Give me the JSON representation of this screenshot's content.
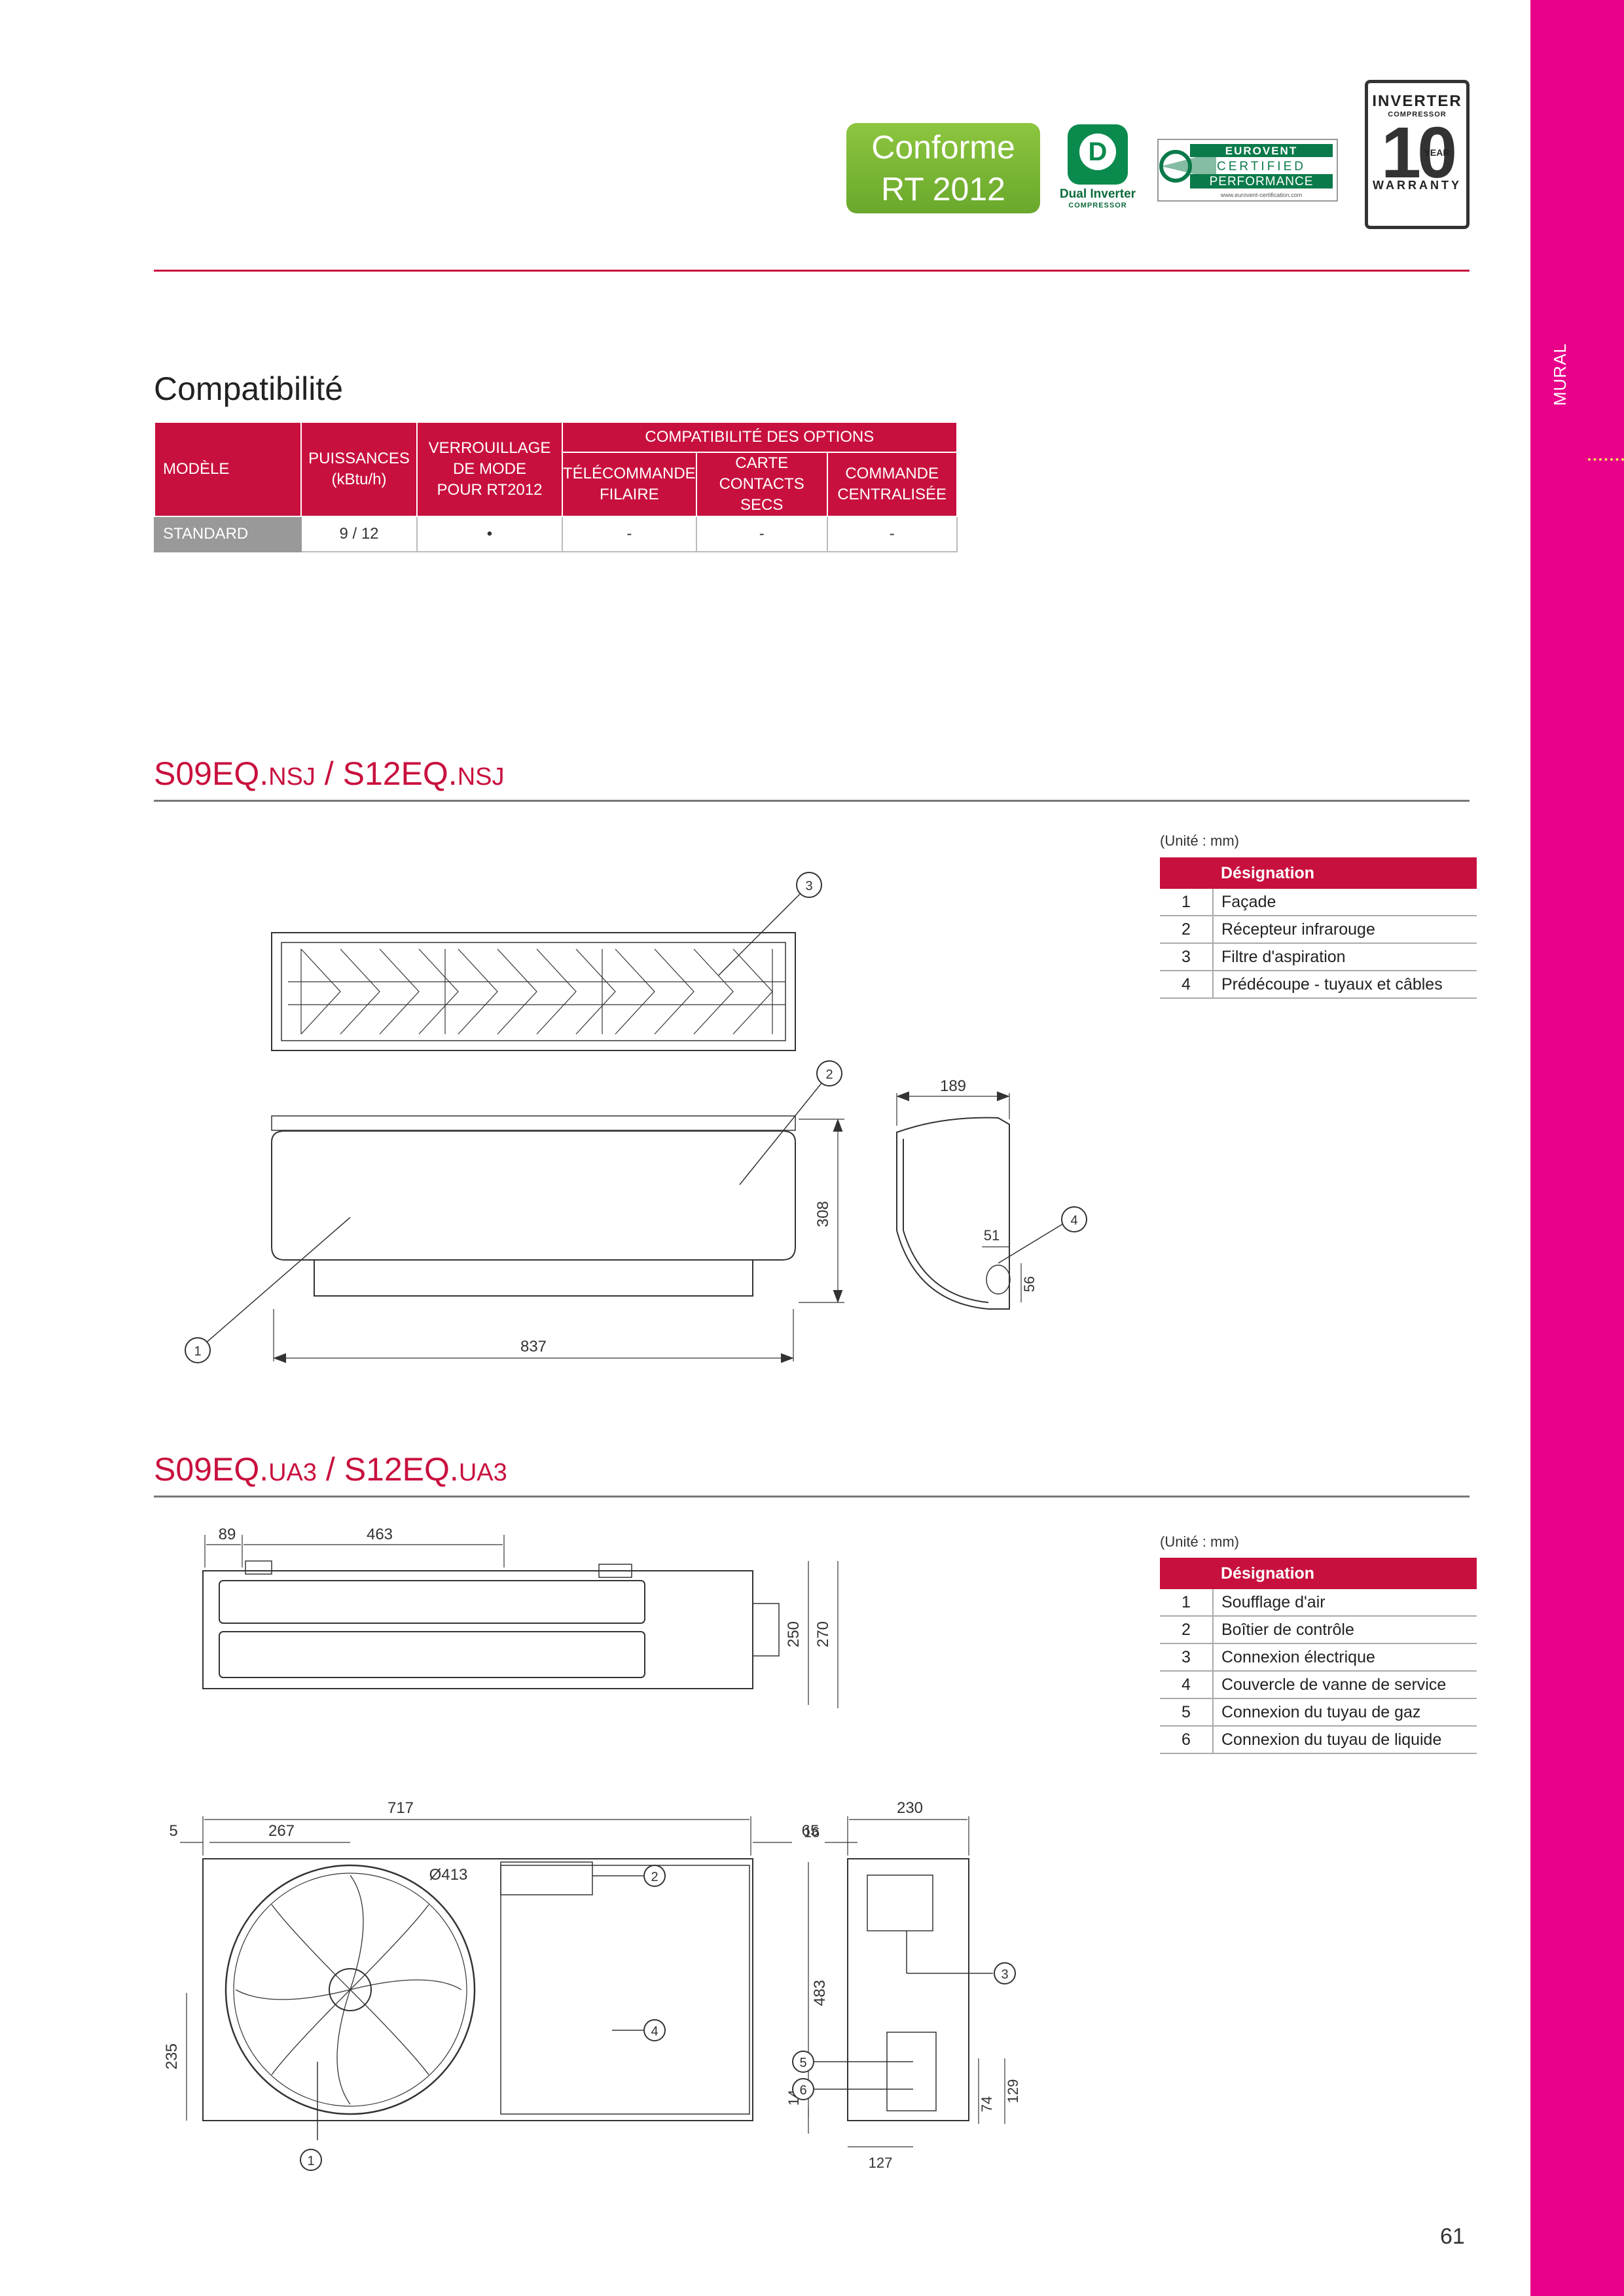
{
  "sidebar": {
    "label": "MURAL",
    "color": "#e8008a"
  },
  "badges": {
    "rt2012_line1": "Conforme",
    "rt2012_line2": "RT 2012",
    "dual_inverter_title": "Dual Inverter",
    "dual_inverter_sub": "COMPRESSOR",
    "eurovent_line1": "EUROVENT",
    "eurovent_line2": "CERTIFIED",
    "eurovent_line3": "PERFORMANCE",
    "eurovent_url": "www.eurovent-certification.com",
    "inverter_title": "INVERTER",
    "inverter_sub": "COMPRESSOR",
    "inverter_years": "10",
    "inverter_year_word": "YEAR",
    "inverter_warranty": "WARRANTY"
  },
  "compat": {
    "title": "Compatibilité",
    "headers": {
      "model": "MODÈLE",
      "power_l1": "PUISSANCES",
      "power_l2": "(kBtu/h)",
      "lock_l1": "VERROUILLAGE",
      "lock_l2": "DE MODE",
      "lock_l3": "POUR RT2012",
      "options": "COMPATIBILITÉ DES OPTIONS",
      "remote_l1": "TÉLÉCOMMANDE",
      "remote_l2": "FILAIRE",
      "card_l1": "CARTE",
      "card_l2": "CONTACTS SECS",
      "central_l1": "COMMANDE",
      "central_l2": "CENTRALISÉE"
    },
    "row": {
      "model": "STANDARD",
      "power": "9 / 12",
      "lock": "•",
      "remote": "-",
      "card": "-",
      "central": "-"
    }
  },
  "indoor": {
    "title_a": "S09EQ.",
    "title_a_sm": "NSJ",
    "title_sep": " / ",
    "title_b": "S12EQ.",
    "title_b_sm": "NSJ",
    "unit": "(Unité : mm)",
    "designation_header": "Désignation",
    "items": [
      {
        "n": "1",
        "label": "Façade"
      },
      {
        "n": "2",
        "label": "Récepteur infrarouge"
      },
      {
        "n": "3",
        "label": "Filtre d'aspiration"
      },
      {
        "n": "4",
        "label": "Prédécoupe - tuyaux et câbles"
      }
    ],
    "dims": {
      "width": "837",
      "height": "308",
      "depth": "189",
      "d51": "51",
      "d56": "56"
    },
    "callouts": [
      "1",
      "2",
      "3",
      "4"
    ]
  },
  "outdoor": {
    "title_a": "S09EQ.",
    "title_a_sm": "UA3",
    "title_sep": " / ",
    "title_b": "S12EQ.",
    "title_b_sm": "UA3",
    "unit": "(Unité : mm)",
    "designation_header": "Désignation",
    "items": [
      {
        "n": "1",
        "label": "Soufflage d'air"
      },
      {
        "n": "2",
        "label": "Boîtier de contrôle"
      },
      {
        "n": "3",
        "label": "Connexion électrique"
      },
      {
        "n": "4",
        "label": "Couvercle de vanne de service"
      },
      {
        "n": "5",
        "label": "Connexion du tuyau de gaz"
      },
      {
        "n": "6",
        "label": "Connexion du tuyau de liquide"
      }
    ],
    "dims": {
      "d89": "89",
      "d463": "463",
      "d250": "250",
      "d270": "270",
      "d717": "717",
      "d5": "5",
      "d267": "267",
      "d65": "65",
      "fan": "Ø413",
      "d483": "483",
      "d235": "235",
      "d14": "14",
      "d230": "230",
      "d16": "16",
      "d74": "74",
      "d129": "129",
      "d127": "127"
    },
    "callouts": [
      "1",
      "2",
      "3",
      "4",
      "5",
      "6"
    ]
  },
  "page_number": "61"
}
